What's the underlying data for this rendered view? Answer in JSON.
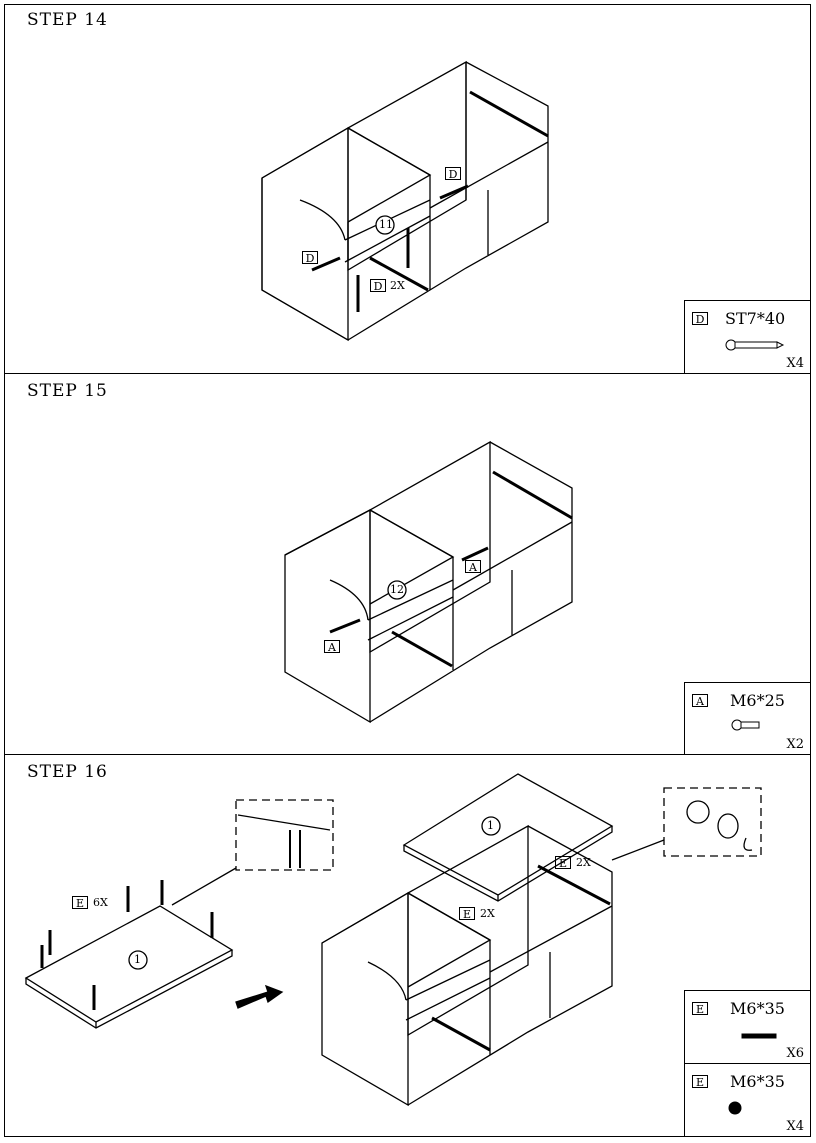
{
  "steps": [
    {
      "title": "STEP 14",
      "part_callout": "11",
      "hardware_tag": "D",
      "count_label": "2X",
      "legend": {
        "tag": "D",
        "spec": "ST7*40",
        "qty": "X4"
      }
    },
    {
      "title": "STEP 15",
      "part_callout": "12",
      "hardware_tag": "A",
      "legend": {
        "tag": "A",
        "spec": "M6*25",
        "qty": "X2"
      }
    },
    {
      "title": "STEP 16",
      "part_callout": "1",
      "hardware_tag": "E",
      "count_label_left": "6X",
      "count_label_right": "2X",
      "legends": [
        {
          "tag": "E",
          "spec": "M6*35",
          "qty": "X6"
        },
        {
          "tag": "E",
          "spec": "M6*35",
          "qty": "X4"
        }
      ]
    }
  ]
}
